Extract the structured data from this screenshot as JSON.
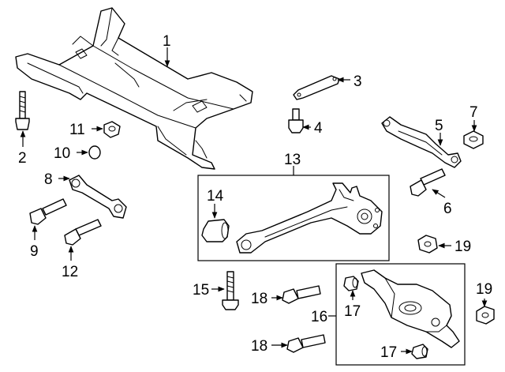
{
  "callouts": {
    "c1": "1",
    "c2": "2",
    "c3": "3",
    "c4": "4",
    "c5": "5",
    "c6": "6",
    "c7": "7",
    "c8": "8",
    "c9": "9",
    "c10": "10",
    "c11": "11",
    "c12": "12",
    "c13": "13",
    "c14": "14",
    "c15": "15",
    "c16": "16",
    "c17a": "17",
    "c17b": "17",
    "c18a": "18",
    "c18b": "18",
    "c19a": "19",
    "c19b": "19"
  },
  "colors": {
    "line": "#000000",
    "background": "#ffffff"
  }
}
